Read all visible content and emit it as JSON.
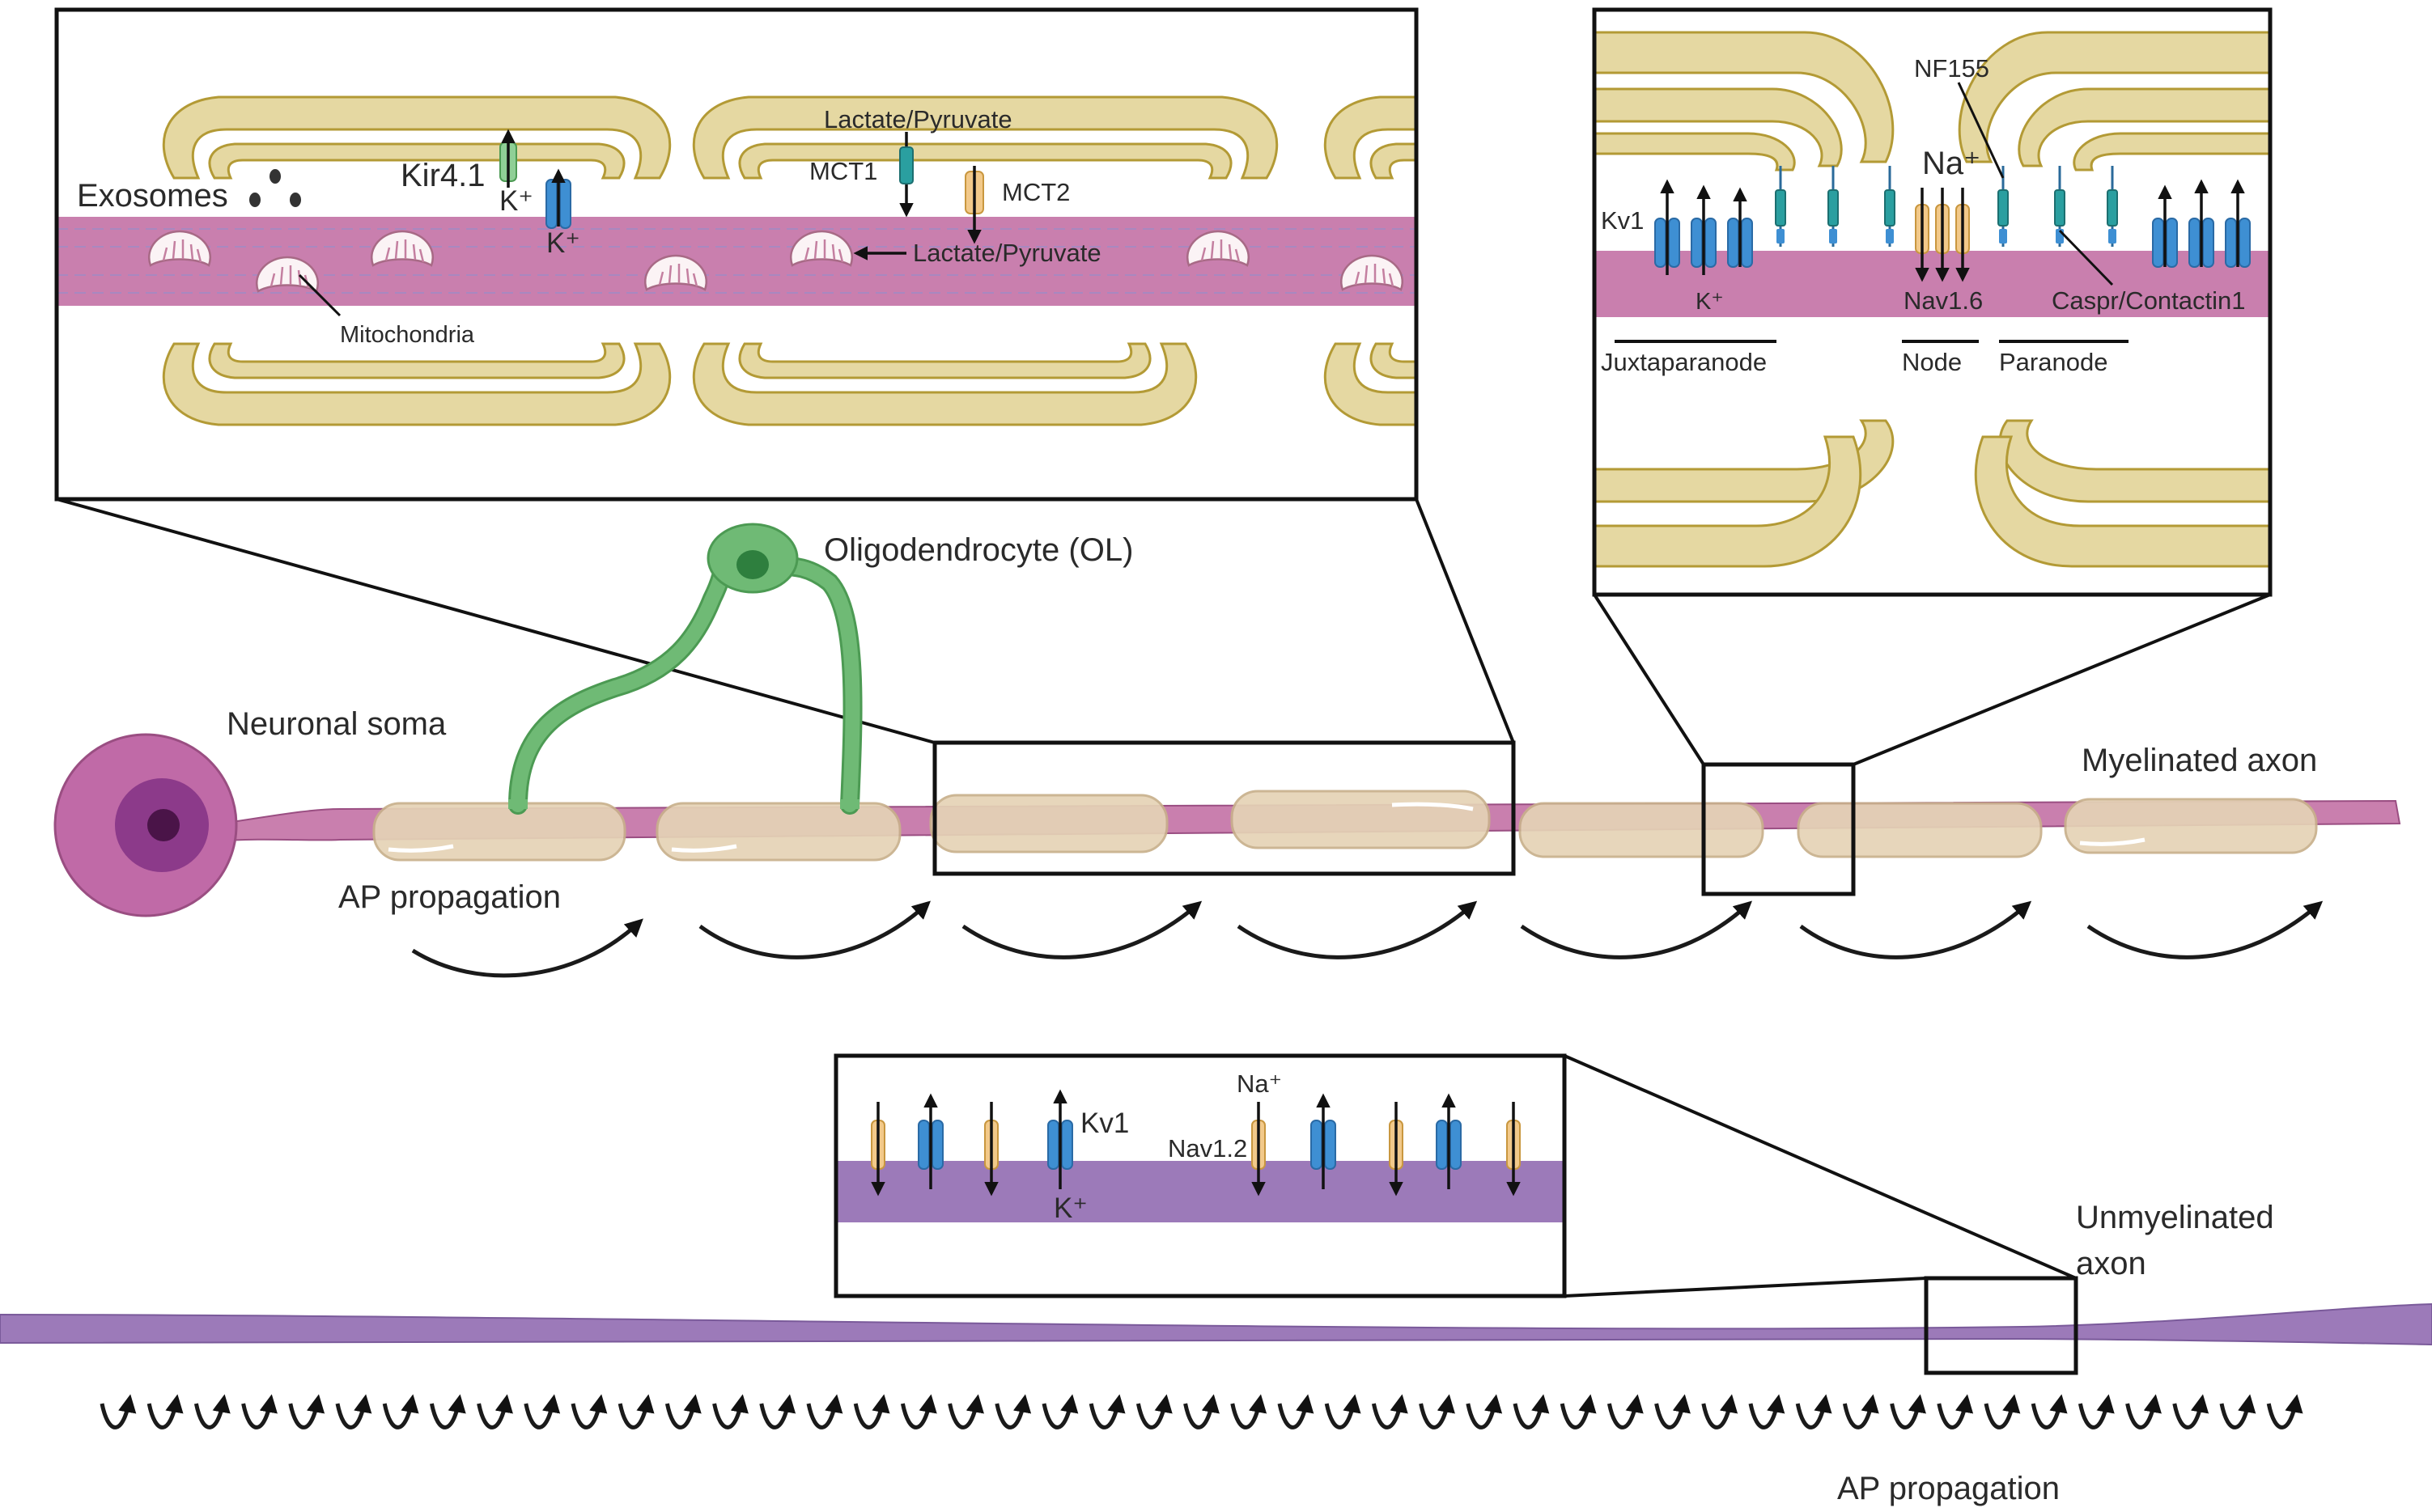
{
  "labels": {
    "exosomes": "Exosomes",
    "kir41": "Kir4.1",
    "k_plus": "K⁺",
    "lactate_pyruvate_top": "Lactate/Pyruvate",
    "mct1": "MCT1",
    "mct2": "MCT2",
    "lactate_pyruvate_mid": "Lactate/Pyruvate",
    "mitochondria": "Mitochondria",
    "nf155": "NF155",
    "na_plus": "Na⁺",
    "kv1": "Kv1",
    "nav16": "Nav1.6",
    "caspr": "Caspr/Contactin1",
    "juxtaparanode": "Juxtaparanode",
    "node": "Node",
    "paranode": "Paranode",
    "oligodendrocyte": "Oligodendrocyte (OL)",
    "neuronal_soma": "Neuronal soma",
    "myelinated_axon": "Myelinated axon",
    "ap_propagation_top": "AP propagation",
    "kv1_unmyel": "Kv1",
    "na_plus_unmyel": "Na⁺",
    "nav12": "Nav1.2",
    "k_plus_unmyel": "K⁺",
    "unmyelinated_axon": "Unmyelinated\naxon",
    "ap_propagation_bottom": "AP propagation"
  },
  "colors": {
    "axon_myelinated": "#c97fae",
    "axon_unmyelinated": "#9c7ab9",
    "myelin": "#e5d8a2",
    "myelin_outline": "#b39a35",
    "kir_channel": "#8fcf96",
    "k_channel": "#3e8fd3",
    "na_channel": "#f2c98a",
    "mct1_channel": "#2a9fa0",
    "oligodendrocyte": "#6fba75",
    "soma": "#c06aa7",
    "nucleus": "#8c3a8a"
  },
  "icons": [
    "mitochondrion-icon",
    "exosome-icon",
    "ion-channel-icon",
    "propagation-arrow-icon"
  ]
}
